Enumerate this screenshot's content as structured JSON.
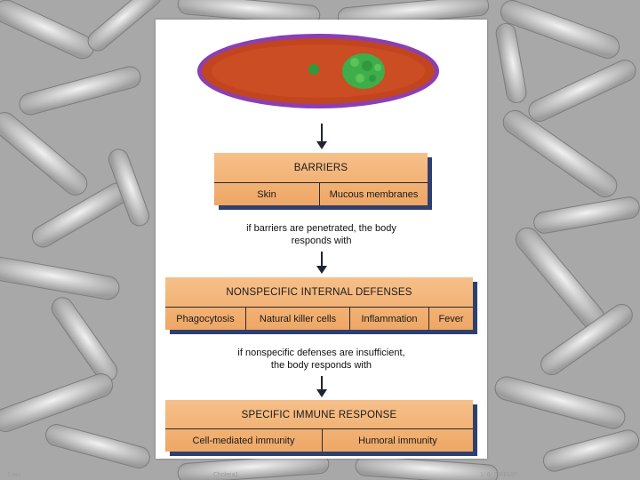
{
  "diagram": {
    "flow": [
      {
        "title": "BARRIERS",
        "items": [
          "Skin",
          "Mucous membranes"
        ]
      },
      {
        "caption_line1": "if barriers are penetrated, the body",
        "caption_line2": "responds with"
      },
      {
        "title": "NONSPECIFIC INTERNAL DEFENSES",
        "items": [
          "Phagocytosis",
          "Natural killer cells",
          "Inflammation",
          "Fever"
        ]
      },
      {
        "caption_line1": "if nonspecific defenses are insufficient,",
        "caption_line2": "the body responds with"
      },
      {
        "title": "SPECIFIC IMMUNE RESPONSE",
        "items": [
          "Cell-mediated immunity",
          "Humoral immunity"
        ]
      }
    ]
  },
  "footer": {
    "left": "1 jan",
    "center": "Cholera1",
    "right": "1/ 6/ 0  REMP"
  },
  "colors": {
    "box_fill": "#f0ad6e",
    "box_shadow": "#2f3f6e",
    "bacterium_body": "#c2451f",
    "bacterium_outline": "#8a3fb3",
    "nucleus": "#3fae4a"
  }
}
